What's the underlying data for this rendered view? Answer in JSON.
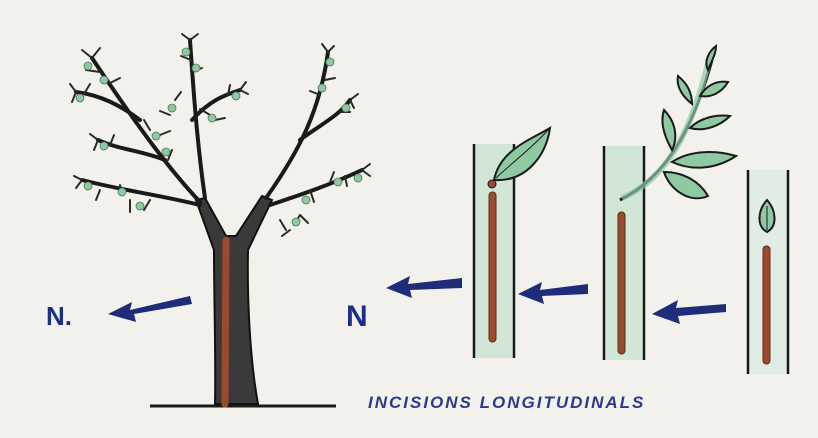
{
  "labels": {
    "north_tree": "N.",
    "north_stems": "N",
    "caption": "INCISIONS LONGITUDINALS"
  },
  "colors": {
    "background": "#f3f1ec",
    "arrow": "#1e2c7a",
    "bark_incision": "#9b4a2e",
    "foliage": "#8fc9a2",
    "outline": "#1a1a1a",
    "text": "#1c2f86"
  }
}
